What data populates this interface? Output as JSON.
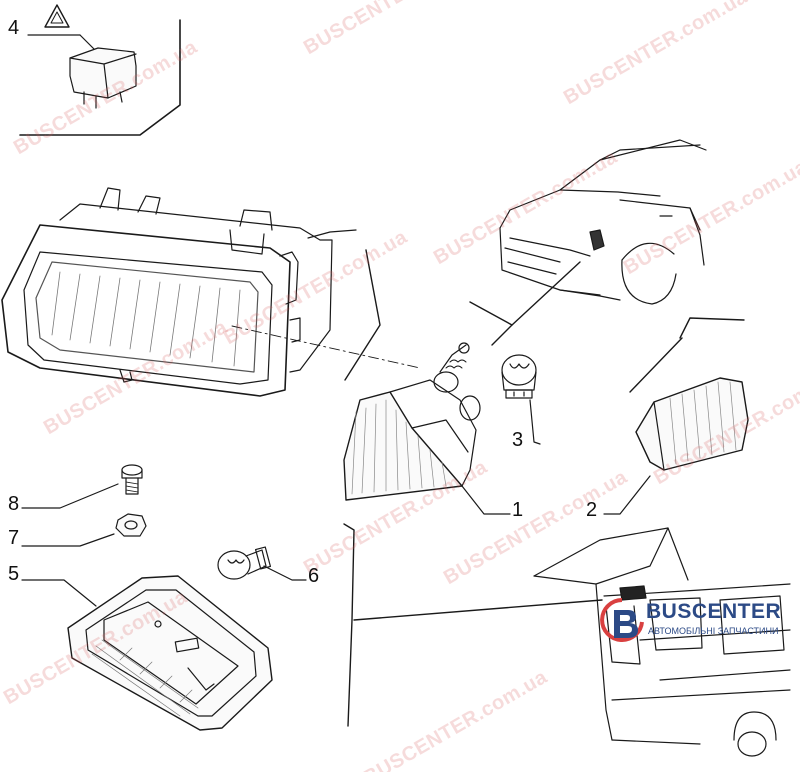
{
  "callouts": {
    "c1": "1",
    "c2": "2",
    "c3": "3",
    "c4": "4",
    "c5": "5",
    "c6": "6",
    "c7": "7",
    "c8": "8"
  },
  "watermark": {
    "text": "BUSCENTER.com.ua",
    "color": "#d75a5a"
  },
  "logo": {
    "title": "BUSCENTER",
    "subtitle": "АВТОМОБІЛЬНІ ЗАПЧАСТИНИ",
    "color": "#2c4a86",
    "accent": "#d94040"
  },
  "icons": {
    "warning": "warning-triangle-icon",
    "logo_mark": "buscenter-logo-mark"
  }
}
